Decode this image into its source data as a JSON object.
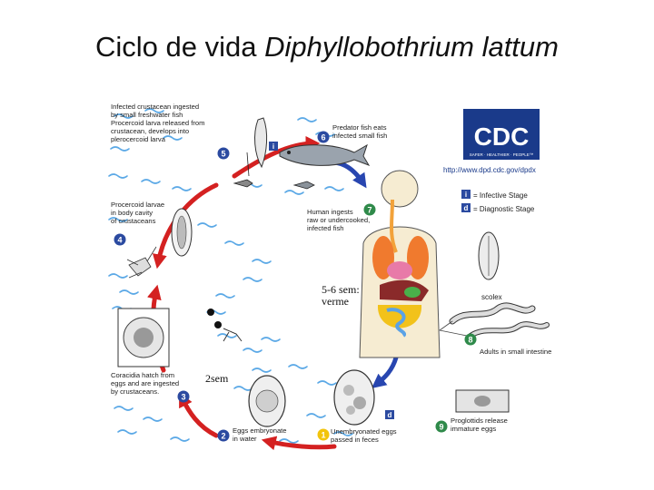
{
  "title": {
    "main": "Ciclo de vida ",
    "species": "Diphyllobothrium lattum"
  },
  "colors": {
    "water": "#5aa8e6",
    "arrow_red": "#d42121",
    "arrow_blue": "#2846b0",
    "stage_blue": "#2b4aa0",
    "stage_yellow": "#f2c40c",
    "stage_green": "#2f8a4a",
    "cdc_blue": "#1a3a8a"
  },
  "cdc": {
    "logo": "CDC",
    "tagline": "SAFER · HEALTHIER · PEOPLE™",
    "url": "http://www.dpd.cdc.gov/dpdx"
  },
  "legend": [
    {
      "marker": "i",
      "text": "= Infective Stage",
      "color": "#2b4aa0"
    },
    {
      "marker": "d",
      "text": "= Diagnostic Stage",
      "color": "#2b4aa0"
    }
  ],
  "stages": [
    {
      "num": "1",
      "lines": [
        "Unembryonated eggs",
        "passed in feces"
      ]
    },
    {
      "num": "2",
      "lines": [
        "Eggs embryonate",
        "in water"
      ]
    },
    {
      "num": "3",
      "lines": [
        "Coracidia hatch from",
        "eggs and are ingested",
        "by crustaceans."
      ]
    },
    {
      "num": "4",
      "lines": [
        "Procercoid larvae",
        "in body cavity",
        "of crustaceans"
      ]
    },
    {
      "num": "5",
      "lines": [
        "Infected crustacean ingested",
        "by small freshwater fish",
        "Procercoid larva released from",
        "crustacean, develops into",
        "plerocercoid larva"
      ]
    },
    {
      "num": "6",
      "lines": [
        "Predator fish eats",
        "infected small fish"
      ]
    },
    {
      "num": "7",
      "lines": [
        "Human ingests",
        "raw or undercooked,",
        "infected fish"
      ]
    },
    {
      "num": "8",
      "lines": [
        "Adults in small intestine"
      ]
    },
    {
      "num": "9",
      "lines": [
        "Proglottids release",
        "immature eggs"
      ]
    }
  ],
  "scolex_label": "scolex",
  "notes": {
    "adult_time": "5-6 sem:\nverme",
    "egg_time": "2sem"
  },
  "markers": {
    "infective": "i",
    "diagnostic": "d"
  }
}
